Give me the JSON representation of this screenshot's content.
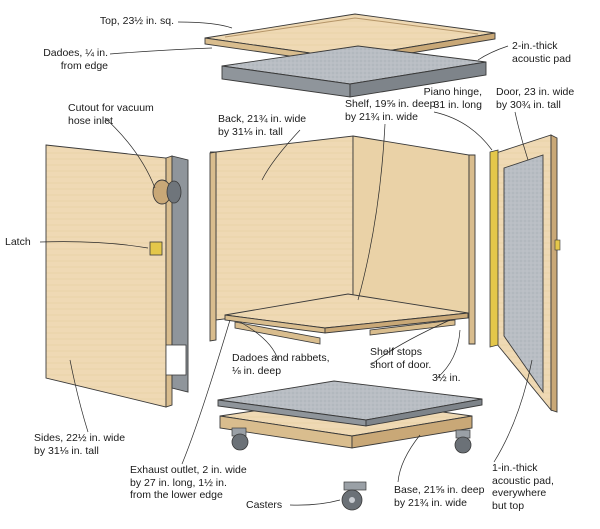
{
  "labels": {
    "top": "Top, 23½ in. sq.",
    "dadoes": [
      "Dadoes, ¼ in.",
      "from edge"
    ],
    "acoustic_top": [
      "2-in.-thick",
      "acoustic pad"
    ],
    "cutout": [
      "Cutout for vacuum",
      "hose inlet"
    ],
    "back": [
      "Back, 21¾ in. wide",
      "by 31⅛ in. tall"
    ],
    "shelf": [
      "Shelf, 19⅝ in. deep",
      "by 21¾ in. wide"
    ],
    "piano_hinge": [
      "Piano hinge,",
      "31 in. long"
    ],
    "door": [
      "Door, 23 in. wide",
      "by 30¾ in. tall"
    ],
    "latch": "Latch",
    "dadoes_rabbets": [
      "Dadoes and rabbets,",
      "⅛ in. deep"
    ],
    "shelf_stops": [
      "Shelf stops",
      "short of door."
    ],
    "dim_3half": "3½ in.",
    "sides": [
      "Sides, 22½ in. wide",
      "by 31⅛ in. tall"
    ],
    "exhaust": [
      "Exhaust outlet, 2 in. wide",
      "by 27 in. long, 1½ in.",
      "from the lower edge"
    ],
    "acoustic_pad": [
      "1-in.-thick",
      "acoustic pad,",
      "everywhere",
      "but top"
    ],
    "casters": "Casters",
    "base": [
      "Base, 21⅝ in. deep",
      "by 21¾ in. wide"
    ]
  },
  "colors": {
    "plywood": "#efd9b4",
    "plywood_edge": "#d9bd8e",
    "plywood_dark": "#c9a877",
    "foam": "#b8bdc3",
    "foam_dark": "#8f959b",
    "hinge": "#e4c74a",
    "outline": "#3a3a3a"
  }
}
